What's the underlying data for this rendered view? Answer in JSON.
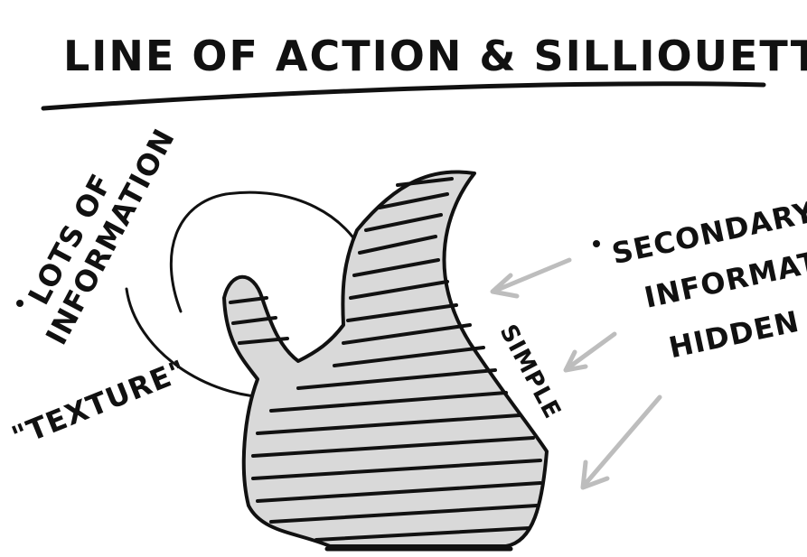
{
  "title": "LINE OF ACTION & SILLIOUETTE",
  "left_note": {
    "line1": "LOTS OF",
    "line2": "INFORMATION",
    "line3": "\"TEXTURE\""
  },
  "right_note": {
    "line1": "SECONDARY",
    "line2": "INFORMATION",
    "line3": "HIDDEN"
  },
  "side_label": "SIMPLE",
  "colors": {
    "ink": "#111111",
    "arrow_grey": "#bdbdbd",
    "shadow_grey": "#d9d9d9",
    "paper": "#ffffff"
  }
}
